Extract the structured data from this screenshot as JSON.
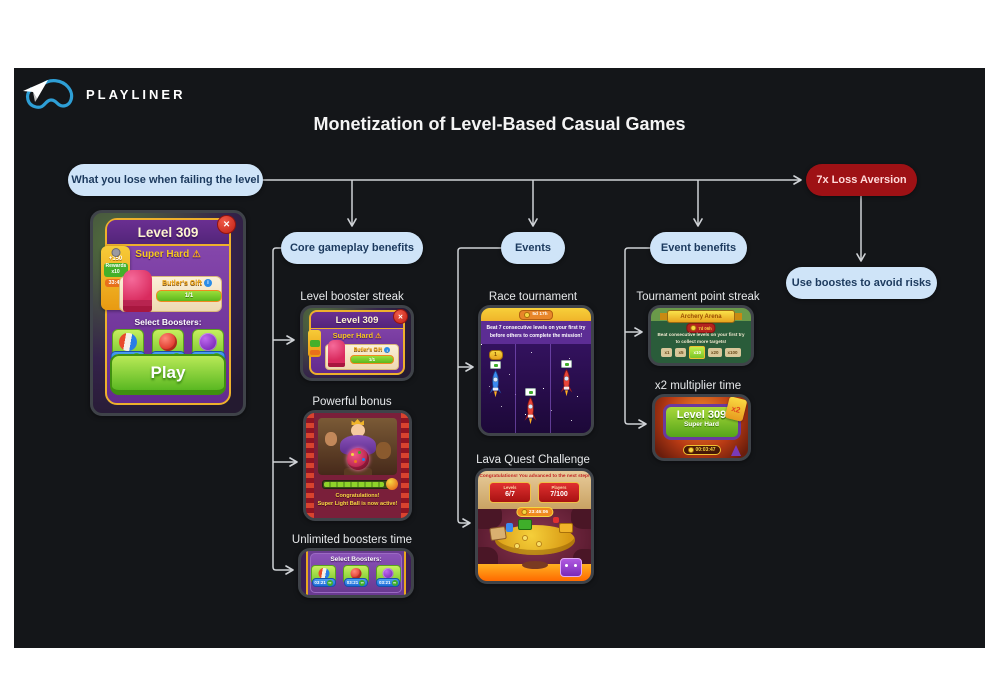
{
  "brand": {
    "name": "PLAYLINER"
  },
  "title": "Monetization of Level-Based Casual Games",
  "flow": {
    "fail_label": "What you lose when failing the level",
    "loss_label": "7x Loss Aversion",
    "core_label": "Core gameplay benefits",
    "events_label": "Events",
    "benefits_label": "Event benefits",
    "use_label": "Use boostes to avoid risks"
  },
  "colors": {
    "canvas": "#141619",
    "node_blue": "#cfe4f8",
    "node_red": "#9e1115",
    "node_text": "#1c3a5e",
    "connector": "#cfd2d6"
  },
  "level_dialog": {
    "title": "Level 309",
    "difficulty": "Super Hard",
    "close": "✕",
    "warning": "⚠",
    "tag_coins": "+150",
    "tag_rewards": "Rewards x10",
    "tag_timer": "33:48",
    "gift_title": "Butler's Gift",
    "gift_info": "i",
    "gift_progress": "1/1",
    "select_boosters": "Select Boosters:",
    "booster_timer": "03:21",
    "booster_infinity": "∞",
    "play_label": "Play"
  },
  "core_column": {
    "streak_label": "Level booster streak",
    "bonus_label": "Powerful bonus",
    "unlimited_label": "Unlimited boosters time",
    "bonus_line1": "Congratulations!",
    "bonus_line2": "Super Light Ball is now active!"
  },
  "events_column": {
    "race_label": "Race tournament",
    "race_timer": "5d 17h",
    "race_desc1": "Beat 7 consecutive levels on your first try",
    "race_desc2": "before others to complete the mission!",
    "race_rank": "1",
    "lava_label": "Lava Quest Challenge",
    "lava_banner": "Congratulations! You advanced to the next step!",
    "lava_levels_label": "Levels",
    "lava_levels_value": "6/7",
    "lava_players_label": "Players",
    "lava_players_value": "7/100",
    "lava_timer": "23:46:06"
  },
  "benefits_column": {
    "streak_label": "Tournament point streak",
    "archery_title": "Archery Arena",
    "archery_timer": "7d 06h",
    "archery_desc1": "Beat consecutive levels on your first try",
    "archery_desc2": "to collect more targets!",
    "multipliers": [
      "x1",
      "x5",
      "x10",
      "x20",
      "x100"
    ],
    "x2_label": "x2 multiplier time",
    "x2_title": "Level 309",
    "x2_subtitle": "Super Hard",
    "x2_tag": "x2",
    "x2_timer": "00:03:47"
  }
}
